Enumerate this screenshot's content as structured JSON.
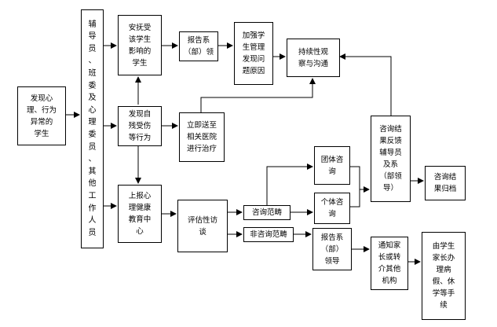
{
  "nodes": {
    "discover": "发现心\n理、行为\n异常的\n学生",
    "counselors": "辅\n导\n员\n、\n班\n委\n及\n心\n理\n委\n员\n、\n其\n他\n工\n作\n人\n员",
    "comfort": "安抚受\n该学生\n影响的\n学生",
    "report_dept_1": "报告系\n（部）领",
    "strengthen": "加强学\n生管理\n发现问\n题原因",
    "observe": "持续性观\n察与沟通",
    "self_harm": "发现自\n残受伤\n等行为",
    "hospital": "立即送至\n相关医院\n进行治疗",
    "feedback": "咨询结\n果反馈\n辅导员\n及系\n（部领\n导）",
    "group": "团体咨\n询",
    "archive": "咨询结\n果归档",
    "center": "上报心\n理健康\n教育中\n心",
    "assess": "评估性访\n谈",
    "scope": "咨询范畴",
    "individual": "个体咨\n询",
    "non_scope": "非咨询范畴",
    "report_dept_2": "报告系\n（部）\n领导",
    "notify": "通知家\n长或转\n介其他\n机构",
    "parents": "由学生\n家长办\n理病\n假、休\n学等手\n续"
  }
}
